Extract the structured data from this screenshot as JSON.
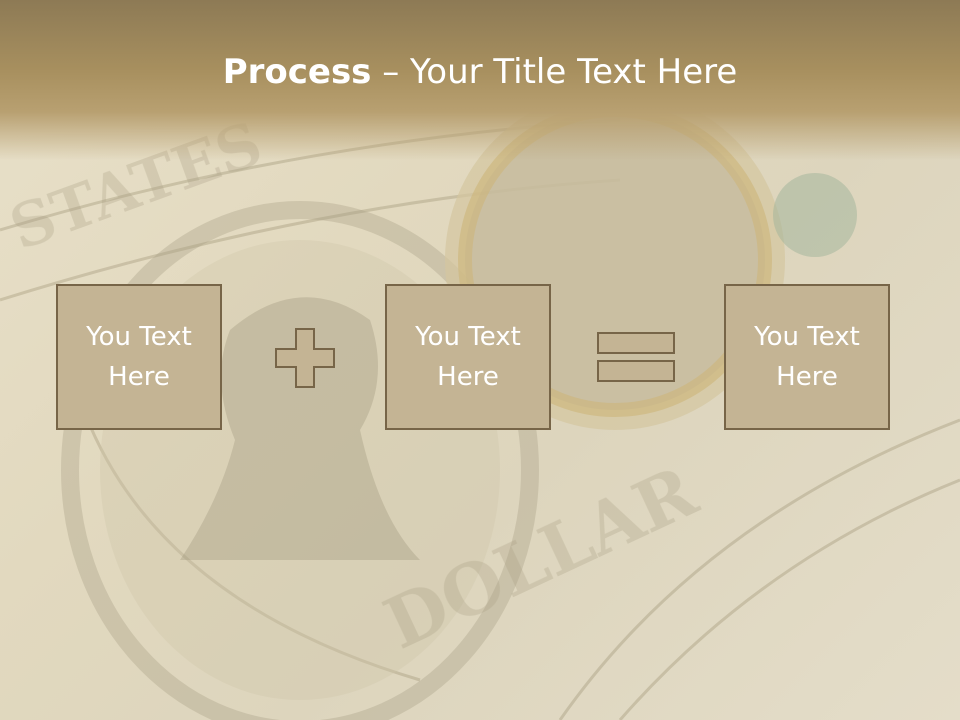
{
  "title": {
    "bold": "Process",
    "rest": " – Your Title Text Here"
  },
  "boxes": [
    {
      "text": "You Text Here"
    },
    {
      "text": "You Text Here"
    },
    {
      "text": "You Text Here"
    }
  ],
  "operators": [
    "plus-icon",
    "equals-icon"
  ],
  "background": {
    "description_icon": "dollar-euro-photo-icon"
  },
  "colors": {
    "box_fill": "#c4b494",
    "box_border": "#776548",
    "header": "#9c8658",
    "text": "#ffffff"
  }
}
